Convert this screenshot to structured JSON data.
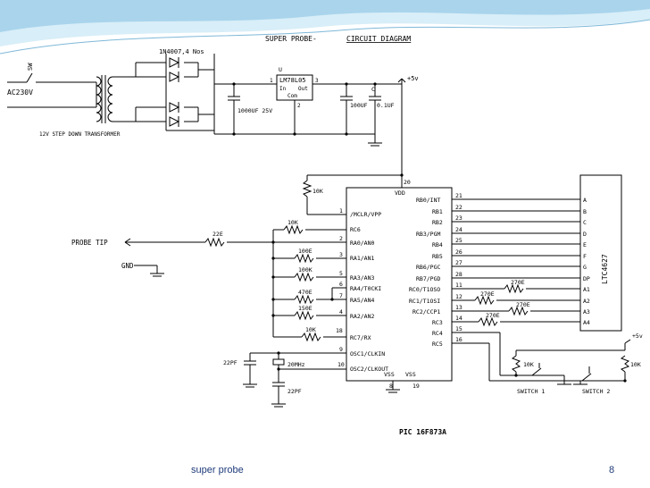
{
  "slide": {
    "title_prefix": "SUPER PROBE-",
    "title_main": "CIRCUIT DIAGRAM",
    "footer_left": "super probe",
    "page_number": "8"
  },
  "colors": {
    "header_wave": "#a9d4ec",
    "header_wave_light": "#d8eef8",
    "ink": "#000000",
    "footer_text": "#1f3b7a"
  },
  "power": {
    "switch": "SW",
    "mains": "AC230V",
    "transformer": "12V STEP DOWN TRANSFORMER",
    "diodes": "1N4007,4 Nos",
    "cap1": "1000UF 25V",
    "reg_u": "U",
    "regulator": "LM78L05",
    "reg_in": "In",
    "reg_out": "Out",
    "reg_com": "Com",
    "pin1": "1",
    "pin2": "2",
    "pin3": "3",
    "c_label": "C",
    "cap2": "100UF",
    "cap3": "0.1UF",
    "vplus": "+5v"
  },
  "mcu": {
    "name": "PIC 16F873A",
    "vdd": "VDD",
    "vss": "VSS",
    "vdd_pin": "20",
    "vss_pin": "19",
    "vss_pin2": "8",
    "left_pins": [
      {
        "num": "1",
        "label": "/MCLR/VPP"
      },
      {
        "num": "",
        "label": "RC6"
      },
      {
        "num": "2",
        "label": "RA0/AN0"
      },
      {
        "num": "3",
        "label": "RA1/AN1"
      },
      {
        "num": "5",
        "label": "RA3/AN3"
      },
      {
        "num": "6",
        "label": "RA4/T0CKI"
      },
      {
        "num": "7",
        "label": "RA5/AN4"
      },
      {
        "num": "4",
        "label": "RA2/AN2"
      },
      {
        "num": "18",
        "label": "RC7/RX"
      },
      {
        "num": "9",
        "label": "OSC1/CLKIN"
      },
      {
        "num": "10",
        "label": "OSC2/CLKOUT"
      }
    ],
    "right_pins": [
      {
        "num": "21",
        "label": "RB0/INT"
      },
      {
        "num": "22",
        "label": "RB1"
      },
      {
        "num": "23",
        "label": "RB2"
      },
      {
        "num": "24",
        "label": "RB3/PGM"
      },
      {
        "num": "25",
        "label": "RB4"
      },
      {
        "num": "26",
        "label": "RB5"
      },
      {
        "num": "27",
        "label": "RB6/PGC"
      },
      {
        "num": "28",
        "label": "RB7/PGD"
      },
      {
        "num": "11",
        "label": "RC0/T1OSO"
      },
      {
        "num": "12",
        "label": "RC1/T1OSI"
      },
      {
        "num": "13",
        "label": "RC2/CCP1"
      },
      {
        "num": "14",
        "label": "RC3"
      },
      {
        "num": "15",
        "label": "RC4"
      },
      {
        "num": "16",
        "label": "RC5"
      }
    ]
  },
  "input_side": {
    "probe_tip": "PROBE TIP",
    "gnd": "GND",
    "r_probe": "22E",
    "r_mclr": "10K",
    "r_rc6": "10K",
    "r_ra0": "100E",
    "r_ra1": "100K",
    "r_ra4": "470E",
    "r_ra2": "150E",
    "r_rc7": "10K",
    "cap_osc1": "22PF",
    "cap_osc2": "22PF",
    "crystal": "20MHz"
  },
  "display": {
    "name": "LTC4627",
    "pins": [
      "A",
      "B",
      "C",
      "D",
      "E",
      "F",
      "G",
      "DP",
      "A1",
      "A2",
      "A3",
      "A4"
    ],
    "r_digit1": "270E",
    "r_digit2": "270E",
    "r_digit3": "270E",
    "r_digit4": "270E"
  },
  "switches": {
    "switch1": "SWITCH 1",
    "switch2": "SWITCH 2",
    "r1": "10K",
    "r2": "10K",
    "vplus": "+5v"
  }
}
